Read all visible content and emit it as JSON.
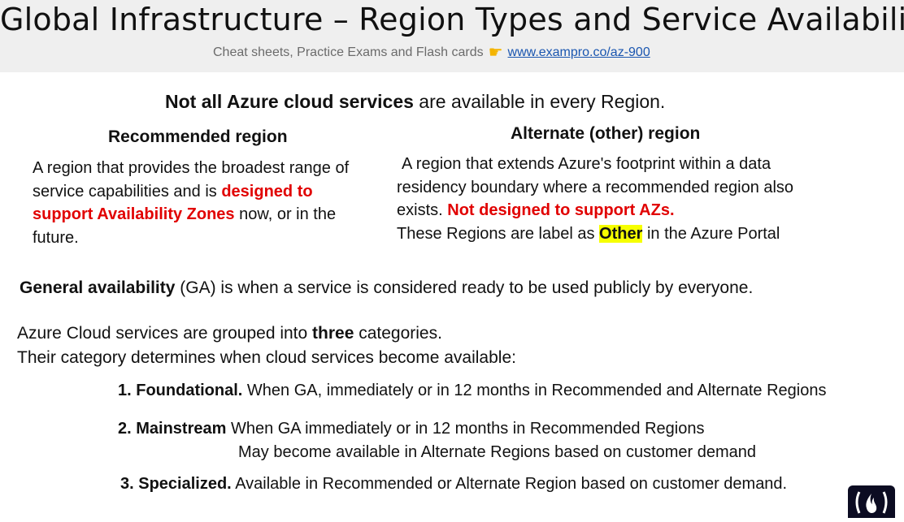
{
  "header": {
    "title": "Global Infrastructure – Region Types and Service Availability",
    "subtitle_text": "Cheat sheets, Practice Exams and Flash cards",
    "subtitle_icon": "pointing-hand-icon",
    "link": "www.exampro.co/az-900"
  },
  "intro": {
    "bold": "Not all Azure cloud services",
    "rest": " are available in every Region."
  },
  "recommended": {
    "heading": "Recommended region",
    "line1": "A region that provides the broadest range of",
    "line2a": "service capabilities and is ",
    "line2b": "designed to",
    "line3a": "support Availability Zones",
    "line3b": " now, or in the",
    "line4": "future."
  },
  "alternate": {
    "heading": "Alternate (other) region",
    "line1": "A region that extends Azure's footprint within a data",
    "line2": "residency boundary where a recommended region also",
    "line3a": "exists. ",
    "line3b": "Not designed to support AZs.",
    "line4a": "These Regions are label as ",
    "line4b": "Other",
    "line4c": " in the Azure Portal"
  },
  "ga": {
    "bold": "General availability",
    "rest": " (GA) is when a service is considered ready to be used publicly by everyone."
  },
  "categories": {
    "line1a": "Azure Cloud services are grouped into ",
    "line1b": "three",
    "line1c": " categories.",
    "line2": "Their category determines when cloud services become available:"
  },
  "items": [
    {
      "label": "1. Foundational.",
      "text": " When GA, immediately or in 12 months in Recommended and Alternate Regions"
    },
    {
      "label": "2. Mainstream",
      "text": " When GA immediately or in 12 months in Recommended Regions",
      "text2": "May become available in Alternate Regions based on customer demand"
    },
    {
      "label": "3. Specialized.",
      "text": "  Available in Recommended or Alternate Region based on customer demand."
    }
  ],
  "logo_icon": "freecodecamp-flame-icon",
  "colors": {
    "accent_red": "#e10000",
    "highlight": "#f6ff00",
    "link": "#1a56b0"
  }
}
